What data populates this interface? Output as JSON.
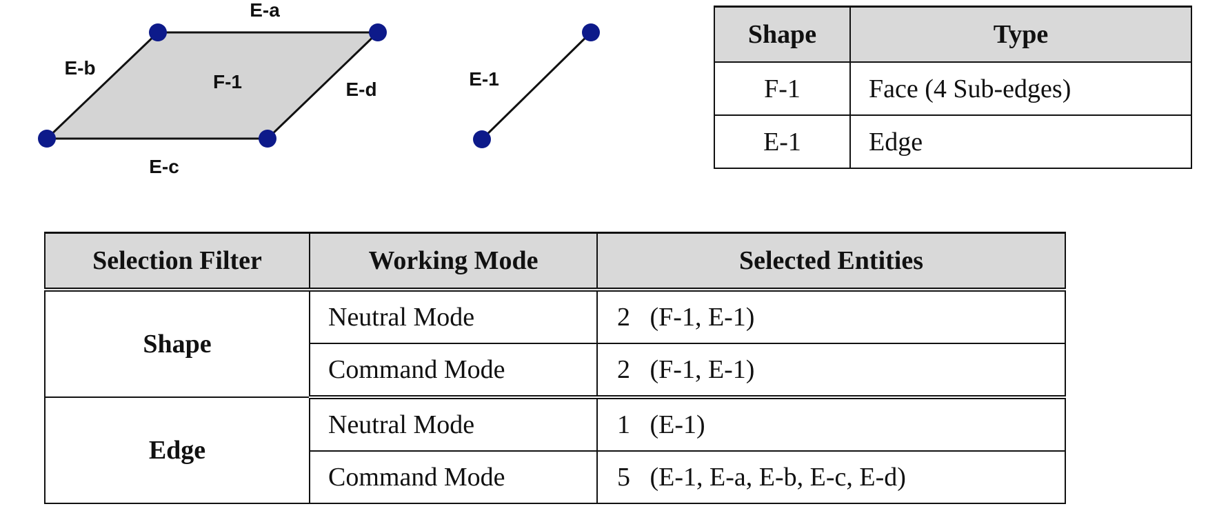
{
  "diagram": {
    "labels": {
      "edge_a": "E-a",
      "edge_b": "E-b",
      "edge_c": "E-c",
      "edge_d": "E-d",
      "face": "F-1",
      "edge_1": "E-1"
    },
    "colors": {
      "face_fill": "#d4d4d4",
      "vertex": "#0d1a8a",
      "line": "#111111",
      "header_fill": "#d9d9d9"
    }
  },
  "shape_table": {
    "headers": [
      "Shape",
      "Type"
    ],
    "rows": [
      {
        "shape": "F-1",
        "type": "Face (4 Sub-edges)"
      },
      {
        "shape": "E-1",
        "type": "Edge"
      }
    ]
  },
  "selection_table": {
    "headers": [
      "Selection Filter",
      "Working Mode",
      "Selected Entities"
    ],
    "groups": [
      {
        "filter": "Shape",
        "rows": [
          {
            "mode": "Neutral Mode",
            "count": "2",
            "entities": "(F-1, E-1)"
          },
          {
            "mode": "Command Mode",
            "count": "2",
            "entities": "(F-1, E-1)"
          }
        ]
      },
      {
        "filter": "Edge",
        "rows": [
          {
            "mode": "Neutral Mode",
            "count": "1",
            "entities": "(E-1)"
          },
          {
            "mode": "Command Mode",
            "count": "5",
            "entities": "(E-1, E-a, E-b, E-c, E-d)"
          }
        ]
      }
    ]
  }
}
